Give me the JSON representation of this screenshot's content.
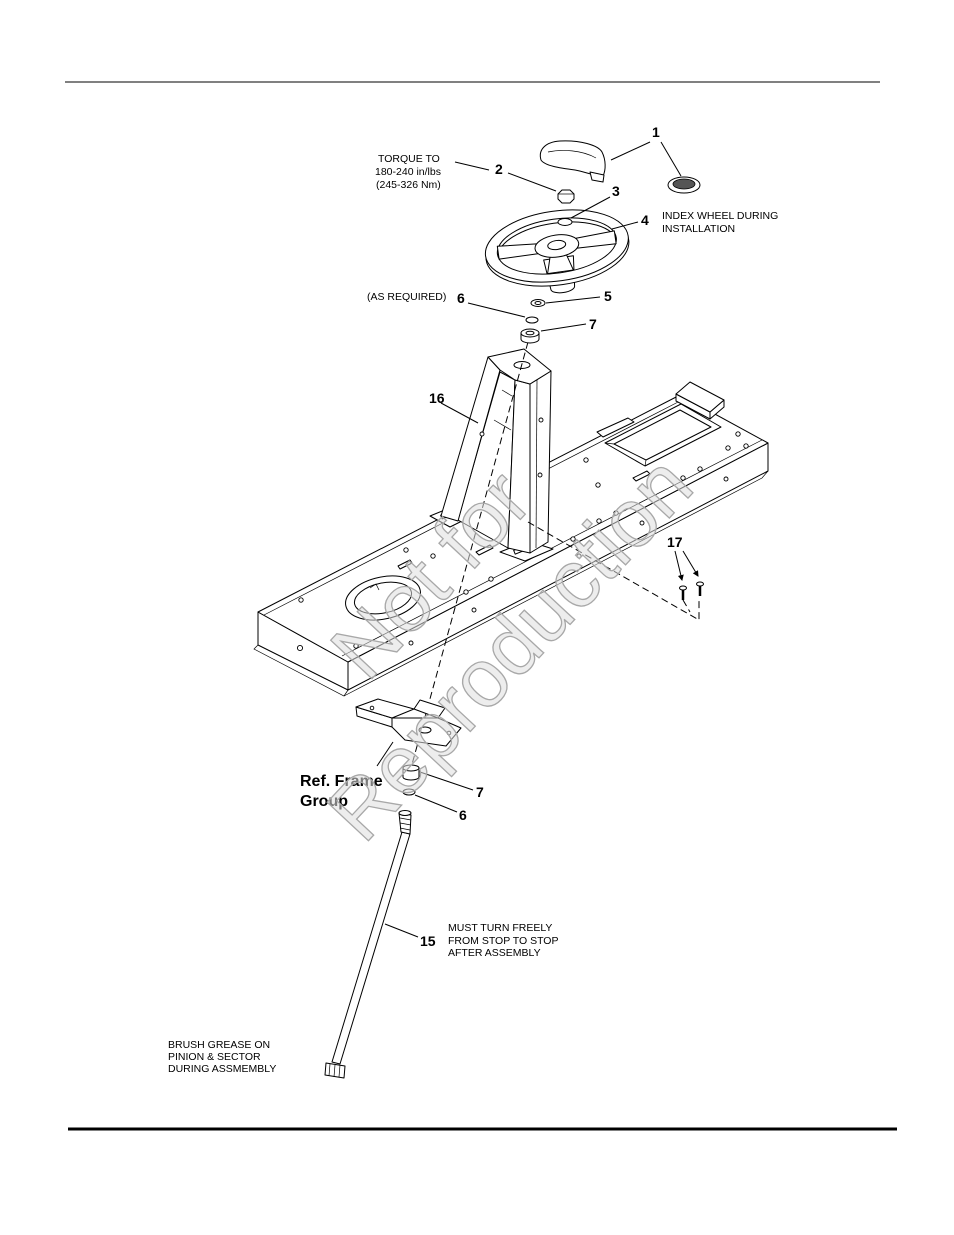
{
  "callouts": {
    "cap_and_insert": "1",
    "nut": "2",
    "washer": "3",
    "steering_wheel": "4",
    "bushing_upper_5": "5",
    "washer_upper_6": "6",
    "bushing_upper_7": "7",
    "steering_column": "16",
    "bolts": "17",
    "bushing_lower_7": "7",
    "washer_lower_6": "6",
    "steering_shaft": "15"
  },
  "notes": {
    "torque": [
      "TORQUE TO",
      "180-240 in/lbs",
      "(245-326 Nm)"
    ],
    "index_wheel": [
      "INDEX WHEEL DURING",
      "INSTALLATION"
    ],
    "as_required": "(AS REQUIRED)",
    "ref_frame_group": [
      "Ref. Frame",
      "Group"
    ],
    "must_turn_freely": [
      "MUST TURN FREELY",
      "FROM STOP TO STOP",
      "AFTER ASSEMBLY"
    ],
    "brush_grease": [
      "BRUSH GREASE ON",
      "PINION & SECTOR",
      "DURING ASSMEMBLY"
    ]
  },
  "watermark": [
    "Not for",
    "Reproduction"
  ],
  "colors": {
    "ink": "#000000",
    "paper": "#ffffff",
    "watermark_fill": "#dedede",
    "watermark_stroke": "#a8a8a8"
  }
}
